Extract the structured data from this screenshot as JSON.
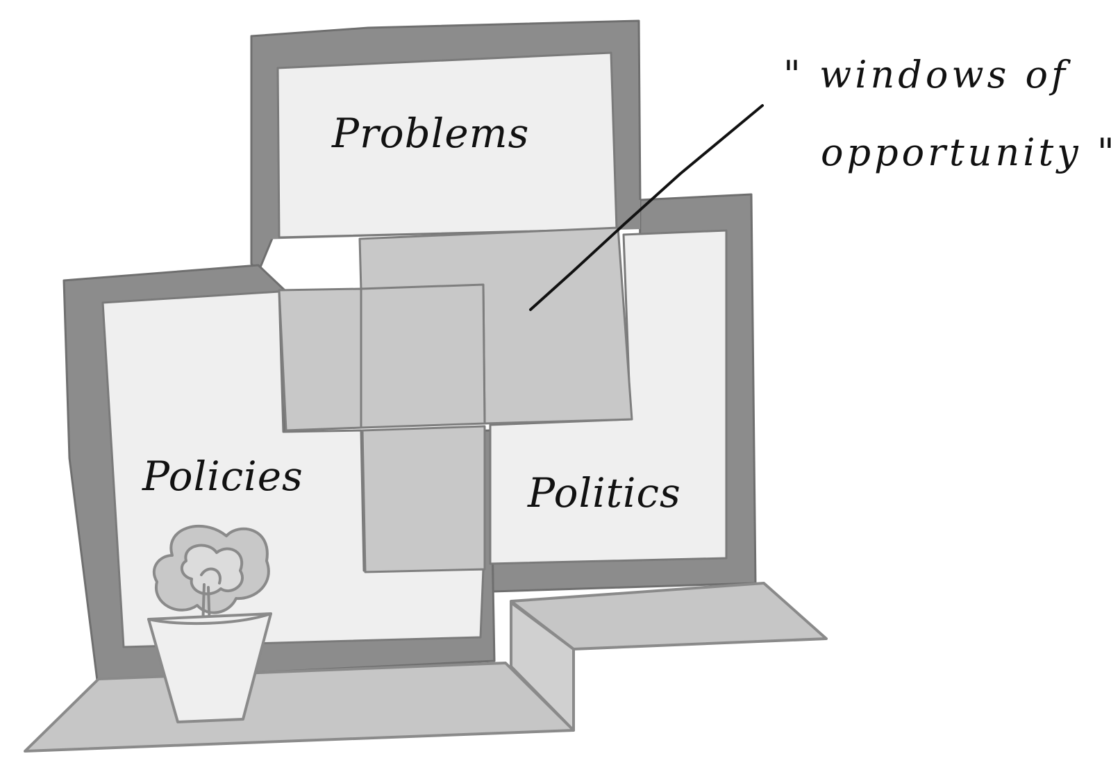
{
  "diagram": {
    "windows": [
      {
        "name": "problems",
        "label": "Problems"
      },
      {
        "name": "policies",
        "label": "Policies"
      },
      {
        "name": "politics",
        "label": "Politics"
      }
    ],
    "callout": {
      "line1": "\" windows of",
      "line2": "opportunity \""
    },
    "colors": {
      "frame": "#8c8c8c",
      "pane": "#efefef",
      "overlap": "#c8c8c8",
      "sill": "#c6c6c6",
      "outline": "#8a8a8a",
      "ink": "#111111"
    },
    "icons": [
      "potted-plant-icon"
    ]
  }
}
